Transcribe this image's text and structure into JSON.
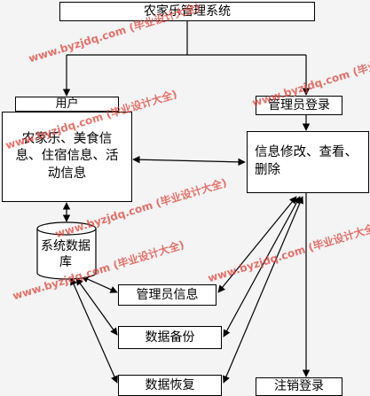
{
  "nodes": {
    "title": "农家乐管理系统",
    "user": "用户",
    "user_functions": "农家乐、美食信息、住宿信息、活动信息",
    "database": "系统数据库",
    "admin_login": "管理员登录",
    "info_edit": "信息修改、查看、删除",
    "admin_info": "管理员信息",
    "data_backup": "数据备份",
    "data_restore": "数据恢复",
    "logout": "注销登录"
  },
  "watermark": "www.byzjdq.com (毕业设计大全)",
  "colors": {
    "line": "#000000",
    "box_fill": "#ffffff",
    "background": "#f4f4f4",
    "watermark": "#e0463d"
  }
}
